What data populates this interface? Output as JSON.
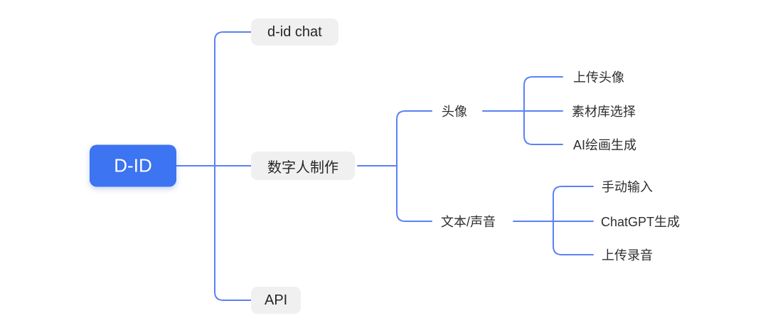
{
  "mindmap": {
    "root": {
      "label": "D-ID"
    },
    "branches": [
      {
        "label": "d-id chat"
      },
      {
        "label": "数字人制作",
        "children": [
          {
            "label": "头像",
            "children": [
              {
                "label": "上传头像"
              },
              {
                "label": "素材库选择"
              },
              {
                "label": "AI绘画生成"
              }
            ]
          },
          {
            "label": "文本/声音",
            "children": [
              {
                "label": "手动输入"
              },
              {
                "label": "ChatGPT生成"
              },
              {
                "label": "上传录音"
              }
            ]
          }
        ]
      },
      {
        "label": "API"
      }
    ],
    "colors": {
      "root_background": "#3c74f1",
      "root_text": "#ffffff",
      "branch_background": "#f0f0f1",
      "text": "#262626",
      "connector_line": "#5b82f3",
      "canvas_background": "#ffffff"
    }
  }
}
